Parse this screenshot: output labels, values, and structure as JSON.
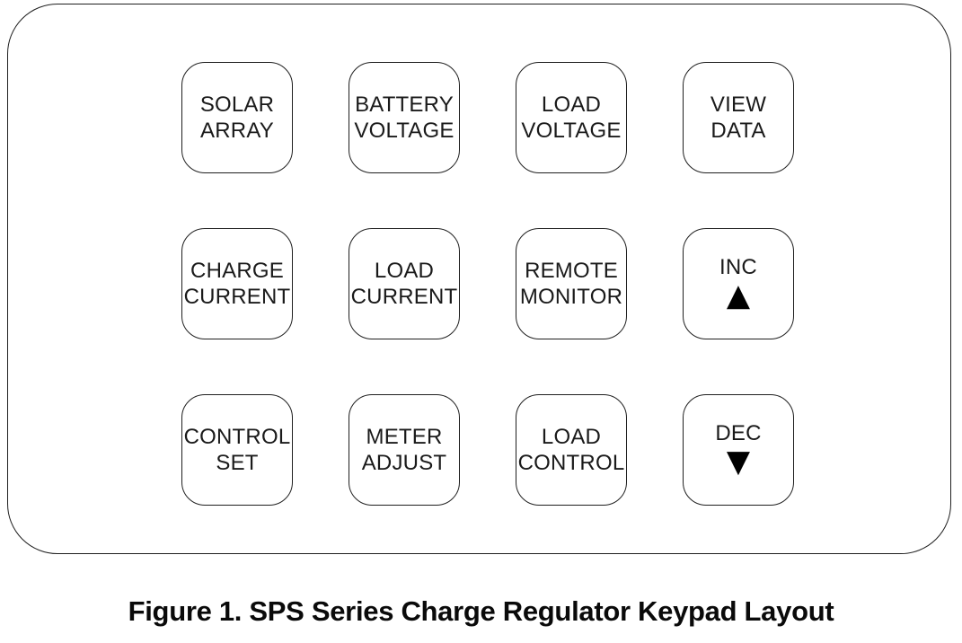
{
  "figure": {
    "caption": "Figure 1. SPS Series Charge Regulator Keypad Layout"
  },
  "keypad": {
    "buttons": [
      {
        "id": "solar-array",
        "line1": "SOLAR",
        "line2": "ARRAY"
      },
      {
        "id": "battery-voltage",
        "line1": "BATTERY",
        "line2": "VOLTAGE"
      },
      {
        "id": "load-voltage",
        "line1": "LOAD",
        "line2": "VOLTAGE"
      },
      {
        "id": "view-data",
        "line1": "VIEW",
        "line2": "DATA"
      },
      {
        "id": "charge-current",
        "line1": "CHARGE",
        "line2": "CURRENT"
      },
      {
        "id": "load-current",
        "line1": "LOAD",
        "line2": "CURRENT"
      },
      {
        "id": "remote-monitor",
        "line1": "REMOTE",
        "line2": "MONITOR"
      },
      {
        "id": "inc",
        "line1": "INC",
        "arrow": "up",
        "arrow_glyph": "▲"
      },
      {
        "id": "control-set",
        "line1": "CONTROL",
        "line2": "SET"
      },
      {
        "id": "meter-adjust",
        "line1": "METER",
        "line2": "ADJUST"
      },
      {
        "id": "load-control",
        "line1": "LOAD",
        "line2": "CONTROL"
      },
      {
        "id": "dec",
        "line1": "DEC",
        "arrow": "down",
        "arrow_glyph": "▼"
      }
    ]
  },
  "colors": {
    "background": "#ffffff",
    "line": "#1f1f1f",
    "text": "#1a1a1a"
  }
}
